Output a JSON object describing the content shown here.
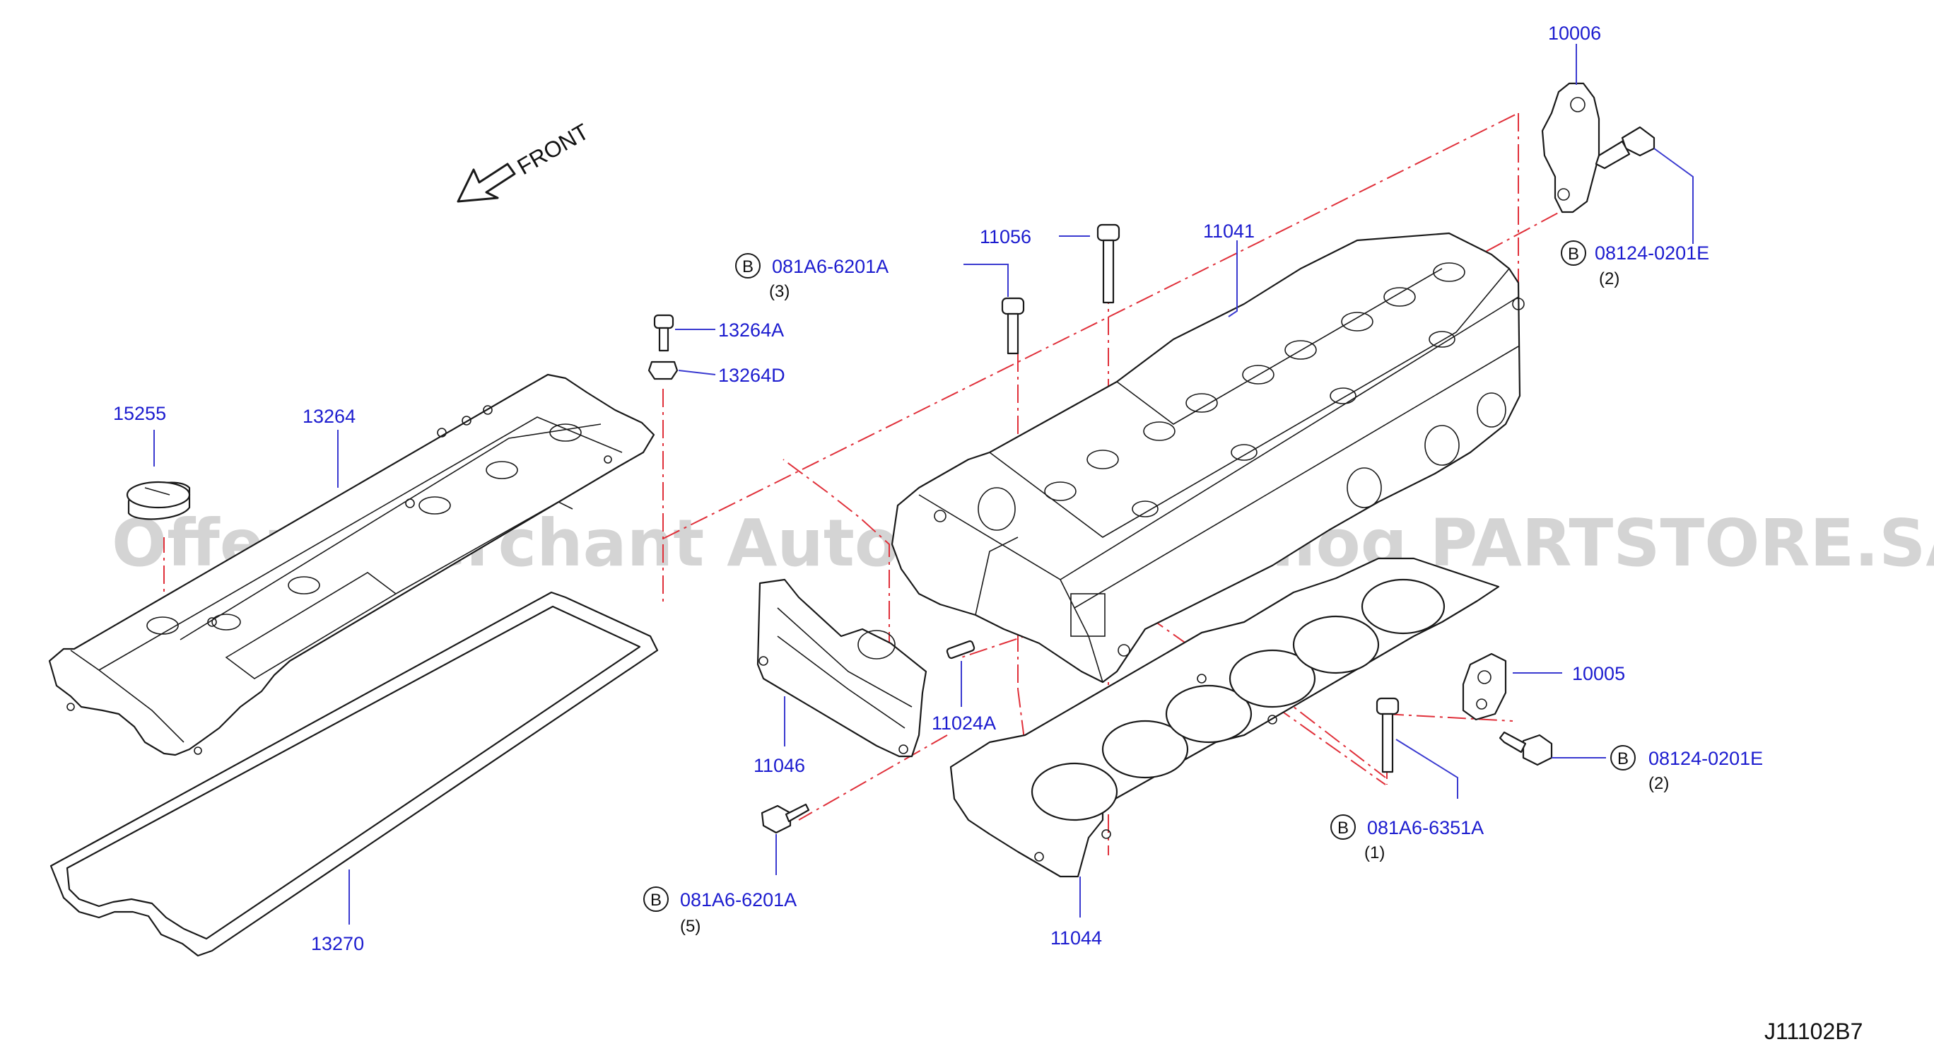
{
  "diagram": {
    "direction_label": "FRONT",
    "code": "J11102B7",
    "watermark": "Offers Merchant Auto Parts catalog PARTSTORE.SA",
    "colors": {
      "label": "#1c1ccf",
      "phantom_line": "#e0303a",
      "outline": "#1a1a1a"
    }
  },
  "parts": {
    "p10006": "10006",
    "p08124_top": "08124-0201E",
    "q08124_top": "(2)",
    "p11041": "11041",
    "p11056": "11056",
    "p081A6_6201A_top": "081A6-6201A",
    "q081A6_6201A_top": "(3)",
    "p13264A": "13264A",
    "p13264D": "13264D",
    "p15255": "15255",
    "p13264": "13264",
    "p10005": "10005",
    "p08124_bottom": "08124-0201E",
    "q08124_bottom": "(2)",
    "p11024A": "11024A",
    "p11046": "11046",
    "p081A6_6351A": "081A6-6351A",
    "q081A6_6351A": "(1)",
    "p081A6_6201A_bottom": "081A6-6201A",
    "q081A6_6201A_bottom": "(5)",
    "p13270": "13270",
    "p11044": "11044"
  },
  "badges": {
    "letter": "B"
  }
}
